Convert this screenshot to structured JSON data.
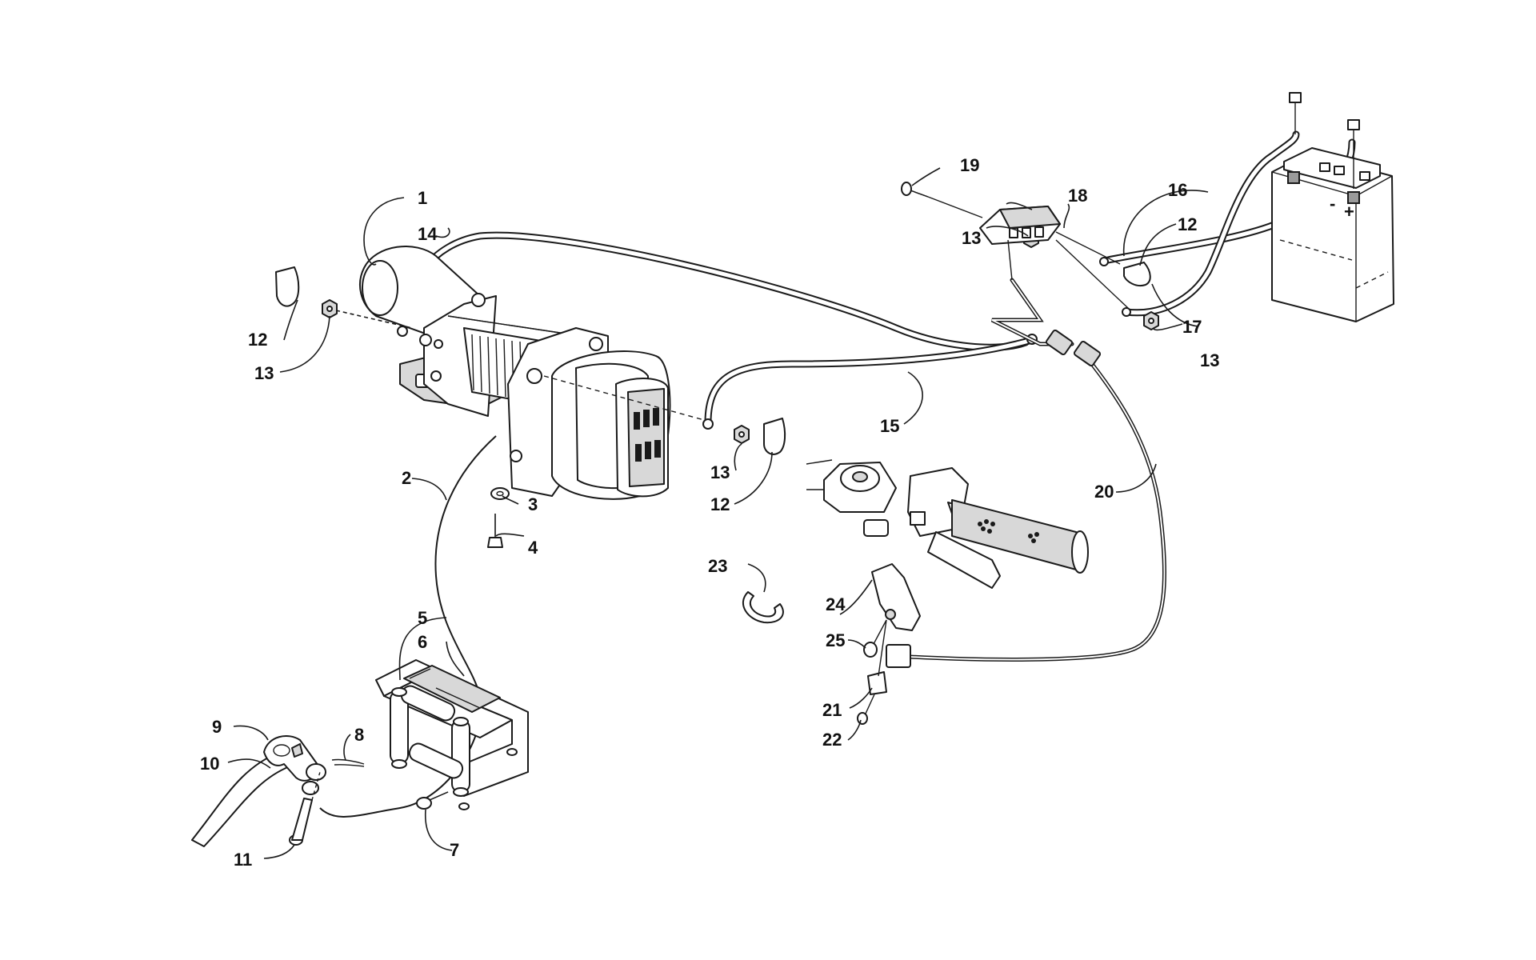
{
  "callouts": [
    {
      "id": "c1",
      "text": "1"
    },
    {
      "id": "c2",
      "text": "2"
    },
    {
      "id": "c3",
      "text": "3"
    },
    {
      "id": "c4",
      "text": "4"
    },
    {
      "id": "c5",
      "text": "5"
    },
    {
      "id": "c6",
      "text": "6"
    },
    {
      "id": "c7",
      "text": "7"
    },
    {
      "id": "c8",
      "text": "8"
    },
    {
      "id": "c9",
      "text": "9"
    },
    {
      "id": "c10",
      "text": "10"
    },
    {
      "id": "c11",
      "text": "11"
    },
    {
      "id": "c12a",
      "text": "12"
    },
    {
      "id": "c13a",
      "text": "13"
    },
    {
      "id": "c12b",
      "text": "12"
    },
    {
      "id": "c13b",
      "text": "13"
    },
    {
      "id": "c12c",
      "text": "12"
    },
    {
      "id": "c13c",
      "text": "13"
    },
    {
      "id": "c13d",
      "text": "13"
    },
    {
      "id": "c14",
      "text": "14"
    },
    {
      "id": "c15",
      "text": "15"
    },
    {
      "id": "c16",
      "text": "16"
    },
    {
      "id": "c17",
      "text": "17"
    },
    {
      "id": "c18",
      "text": "18"
    },
    {
      "id": "c19",
      "text": "19"
    },
    {
      "id": "c20",
      "text": "20"
    },
    {
      "id": "c21",
      "text": "21"
    },
    {
      "id": "c22",
      "text": "22"
    },
    {
      "id": "c23",
      "text": "23"
    },
    {
      "id": "c24",
      "text": "24"
    },
    {
      "id": "c25",
      "text": "25"
    }
  ],
  "battery_terminals": {
    "positive": "+",
    "negative": "-"
  }
}
